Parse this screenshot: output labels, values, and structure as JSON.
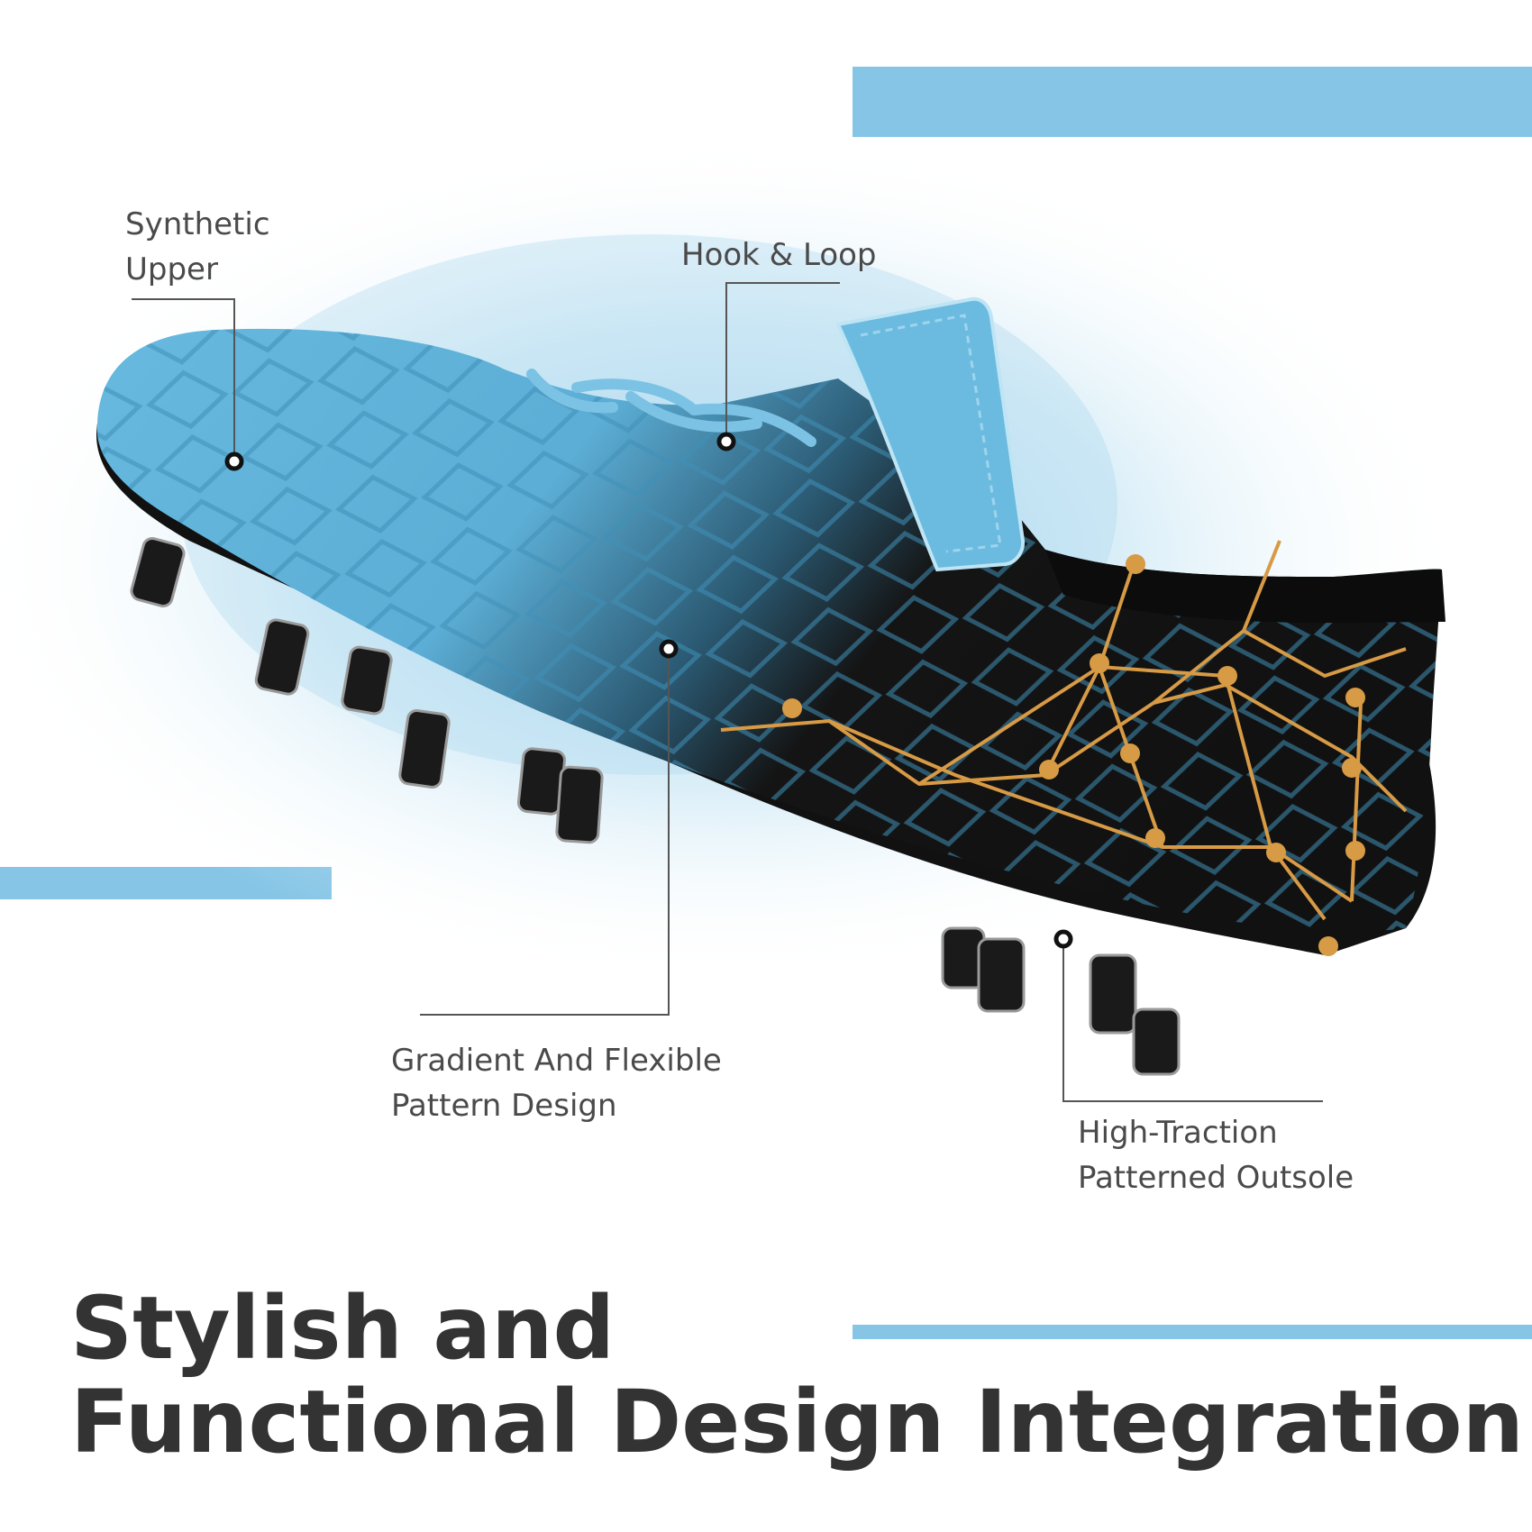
{
  "colors": {
    "accent_bar": "#86c5e6",
    "shoe_upper_blue": "#5fb3db",
    "shoe_black": "#141414",
    "pattern_gold": "#d79a45",
    "text_dark": "#333333",
    "text_label": "#4a4a4a"
  },
  "callouts": [
    {
      "line1": "Synthetic",
      "line2": "Upper"
    },
    {
      "line1": "Hook & Loop"
    },
    {
      "line1": "Gradient And Flexible",
      "line2": "Pattern Design"
    },
    {
      "line1": "High-Traction",
      "line2": "Patterned Outsole"
    }
  ],
  "headline": {
    "line1": "Stylish and",
    "line2": "Functional Design Integration"
  },
  "image": {
    "subject": "soccer-cleat",
    "icon": "shoe-icon"
  }
}
